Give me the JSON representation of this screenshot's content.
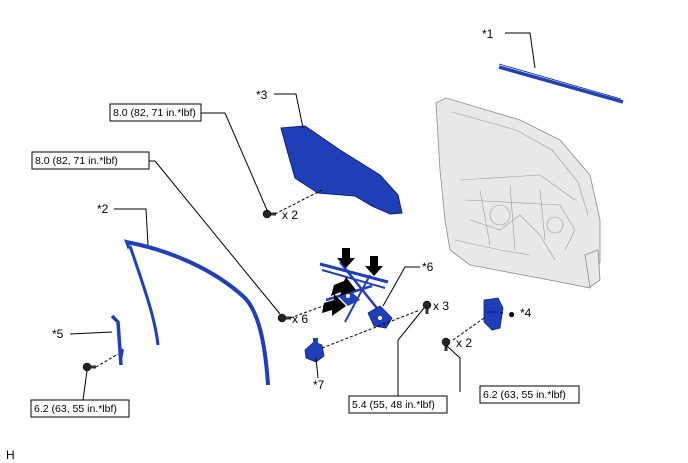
{
  "callouts": {
    "c1": "*1",
    "c2": "*2",
    "c3": "*3",
    "c4": "*4",
    "c5": "*5",
    "c6": "*6",
    "c7": "*7"
  },
  "quantities": {
    "q_glass_bolts": "x 2",
    "q_regulator_bolts": "x 6",
    "q_motor_bolts": "x 3",
    "q_pulley_bolts": "x 2"
  },
  "torques": {
    "t_glass": "8.0 (82, 71 in.*lbf)",
    "t_regulator": "8.0 (82, 71 in.*lbf)",
    "t_channel": "6.2 (63, 55 in.*lbf)",
    "t_motor": "5.4 (55, 48 in.*lbf)",
    "t_pulley": "6.2 (63, 55 in.*lbf)"
  },
  "footer": {
    "figure_letter": "H"
  },
  "legend": {
    "dot": "●"
  },
  "colors": {
    "part_blue": "#1f3fb8",
    "door_gray": "#e8e8e8"
  }
}
